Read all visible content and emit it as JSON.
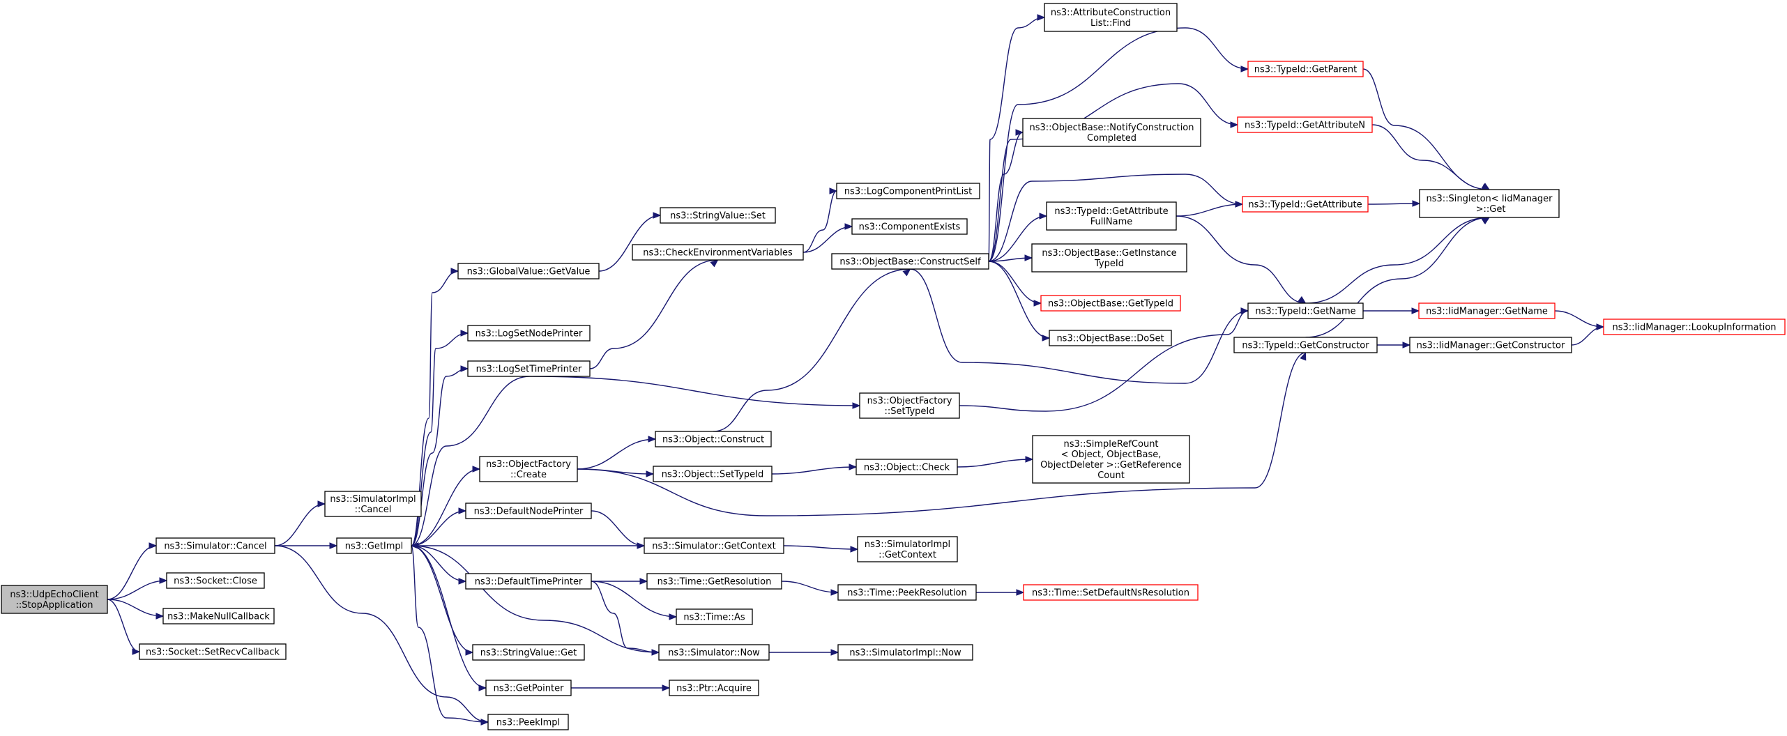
{
  "nodes": {
    "stopapp": [
      "ns3::UdpEchoClient",
      "::StopApplication"
    ],
    "simcancel": [
      "ns3::Simulator::Cancel"
    ],
    "sockclose": [
      "ns3::Socket::Close"
    ],
    "makenull": [
      "ns3::MakeNullCallback"
    ],
    "setrecv": [
      "ns3::Socket::SetRecvCallback"
    ],
    "simimplcancel": [
      "ns3::SimulatorImpl",
      "::Cancel"
    ],
    "getimpl": [
      "ns3::GetImpl"
    ],
    "peekimpl": [
      "ns3::PeekImpl"
    ],
    "gvgetvalue": [
      "ns3::GlobalValue::GetValue"
    ],
    "lognodeprinter": [
      "ns3::LogSetNodePrinter"
    ],
    "logtimeprinter": [
      "ns3::LogSetTimePrinter"
    ],
    "objfactorycreate": [
      "ns3::ObjectFactory",
      "::Create"
    ],
    "defnodeprinter": [
      "ns3::DefaultNodePrinter"
    ],
    "deftimeprinter": [
      "ns3::DefaultTimePrinter"
    ],
    "svget": [
      "ns3::StringValue::Get"
    ],
    "getpointer": [
      "ns3::GetPointer"
    ],
    "svset": [
      "ns3::StringValue::Set"
    ],
    "checkenv": [
      "ns3::CheckEnvironmentVariables"
    ],
    "objconstruct": [
      "ns3::Object::Construct"
    ],
    "objsettypeid": [
      "ns3::Object::SetTypeId"
    ],
    "simgetcontext": [
      "ns3::Simulator::GetContext"
    ],
    "timegetres": [
      "ns3::Time::GetResolution"
    ],
    "timeas": [
      "ns3::Time::As"
    ],
    "simnow": [
      "ns3::Simulator::Now"
    ],
    "ptracquire": [
      "ns3::Ptr::Acquire"
    ],
    "logcompprint": [
      "ns3::LogComponentPrintList"
    ],
    "compexists": [
      "ns3::ComponentExists"
    ],
    "obconstructself": [
      "ns3::ObjectBase::ConstructSelf"
    ],
    "ofsettypeid": [
      "ns3::ObjectFactory",
      "::SetTypeId"
    ],
    "objcheck": [
      "ns3::Object::Check"
    ],
    "simimplgetctx": [
      "ns3::SimulatorImpl",
      "::GetContext"
    ],
    "timepeekres": [
      "ns3::Time::PeekResolution"
    ],
    "simimplnow": [
      "ns3::SimulatorImpl::Now"
    ],
    "attrfind": [
      "ns3::AttributeConstruction",
      "List::Find"
    ],
    "obnotify": [
      "ns3::ObjectBase::NotifyConstruction",
      "Completed"
    ],
    "tidattrfullname": [
      "ns3::TypeId::GetAttribute",
      "FullName"
    ],
    "obgetinstance": [
      "ns3::ObjectBase::GetInstance",
      "TypeId"
    ],
    "obgettypeid": [
      "ns3::ObjectBase::GetTypeId"
    ],
    "obdoset": [
      "ns3::ObjectBase::DoSet"
    ],
    "srcgetref": [
      "ns3::SimpleRefCount",
      "< Object, ObjectBase,",
      "ObjectDeleter >::GetReference",
      "Count"
    ],
    "setdefaultns": [
      "ns3::Time::SetDefaultNsResolution"
    ],
    "tidgetparent": [
      "ns3::TypeId::GetParent"
    ],
    "tidgetattrn": [
      "ns3::TypeId::GetAttributeN"
    ],
    "tidgetattr": [
      "ns3::TypeId::GetAttribute"
    ],
    "tidgetname": [
      "ns3::TypeId::GetName"
    ],
    "tidgetctor": [
      "ns3::TypeId::GetConstructor"
    ],
    "singletonget": [
      "ns3::Singleton< IidManager",
      " >::Get"
    ],
    "iidgetname": [
      "ns3::IidManager::GetName"
    ],
    "iidgetctor": [
      "ns3::IidManager::GetConstructor"
    ],
    "iidlookup": [
      "ns3::IidManager::LookupInformation"
    ]
  },
  "colors": {
    "edge": "#191970",
    "missing_border": "#ff0000",
    "root_fill": "#bfbfbf"
  }
}
